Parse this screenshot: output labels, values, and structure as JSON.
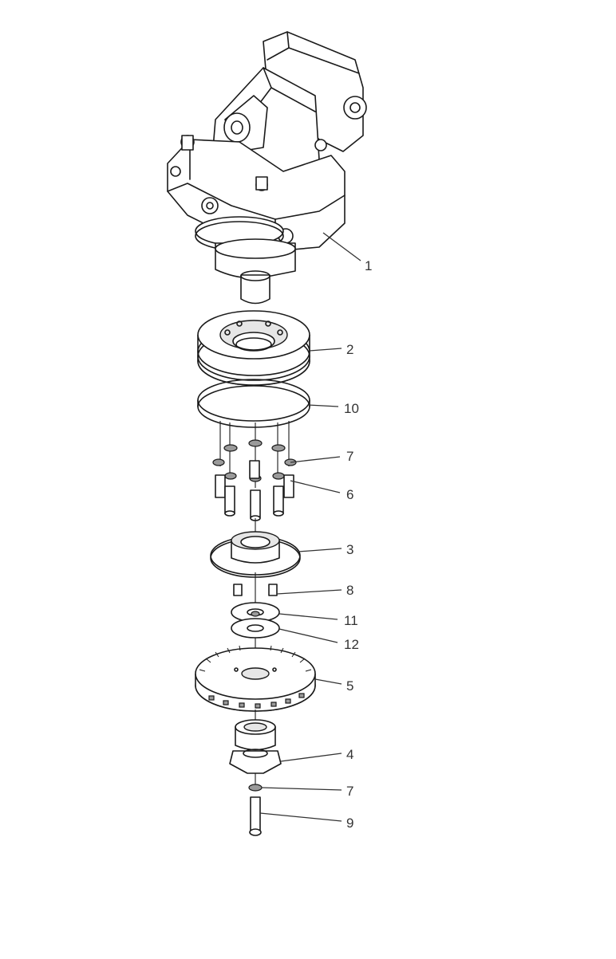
{
  "diagram": {
    "callouts": [
      {
        "id": "callout-1",
        "label": "1"
      },
      {
        "id": "callout-2",
        "label": "2"
      },
      {
        "id": "callout-10",
        "label": "10"
      },
      {
        "id": "callout-7-top",
        "label": "7"
      },
      {
        "id": "callout-6",
        "label": "6"
      },
      {
        "id": "callout-3",
        "label": "3"
      },
      {
        "id": "callout-8",
        "label": "8"
      },
      {
        "id": "callout-11",
        "label": "11"
      },
      {
        "id": "callout-12",
        "label": "12"
      },
      {
        "id": "callout-5",
        "label": "5"
      },
      {
        "id": "callout-4",
        "label": "4"
      },
      {
        "id": "callout-7-bottom",
        "label": "7"
      },
      {
        "id": "callout-9",
        "label": "9"
      }
    ]
  }
}
